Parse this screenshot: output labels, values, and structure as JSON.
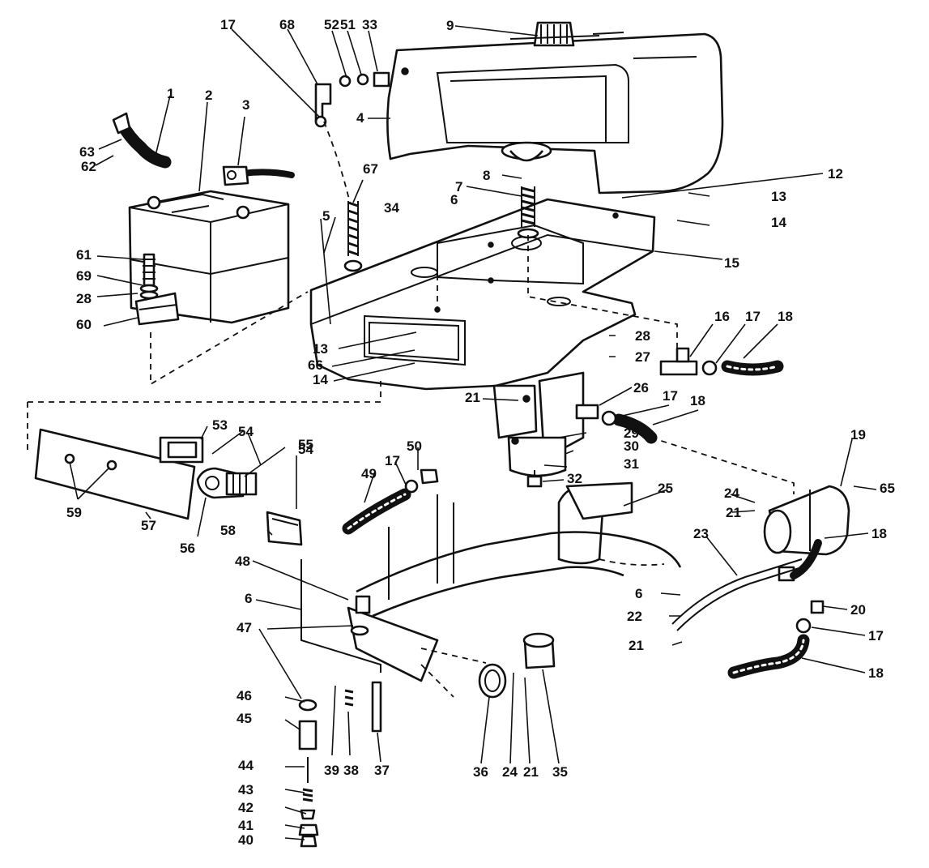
{
  "diagram": {
    "callouts": [
      {
        "id": "c17a",
        "text": "17"
      },
      {
        "id": "c68",
        "text": "68"
      },
      {
        "id": "c52",
        "text": "52"
      },
      {
        "id": "c51",
        "text": "51"
      },
      {
        "id": "c33",
        "text": "33"
      },
      {
        "id": "c9",
        "text": "9"
      },
      {
        "id": "c1",
        "text": "1"
      },
      {
        "id": "c2",
        "text": "2"
      },
      {
        "id": "c3",
        "text": "3"
      },
      {
        "id": "c4",
        "text": "4"
      },
      {
        "id": "c63",
        "text": "63"
      },
      {
        "id": "c62",
        "text": "62"
      },
      {
        "id": "c67",
        "text": "67"
      },
      {
        "id": "c8",
        "text": "8"
      },
      {
        "id": "c12",
        "text": "12"
      },
      {
        "id": "c7",
        "text": "7"
      },
      {
        "id": "c6a",
        "text": "6"
      },
      {
        "id": "c13a",
        "text": "13"
      },
      {
        "id": "c14a",
        "text": "14"
      },
      {
        "id": "c34",
        "text": "34"
      },
      {
        "id": "c5",
        "text": "5"
      },
      {
        "id": "c15",
        "text": "15"
      },
      {
        "id": "c61",
        "text": "61"
      },
      {
        "id": "c69",
        "text": "69"
      },
      {
        "id": "c28a",
        "text": "28"
      },
      {
        "id": "c60",
        "text": "60"
      },
      {
        "id": "c16",
        "text": "16"
      },
      {
        "id": "c17b",
        "text": "17"
      },
      {
        "id": "c18a",
        "text": "18"
      },
      {
        "id": "c28b",
        "text": "28"
      },
      {
        "id": "c13b",
        "text": "13"
      },
      {
        "id": "c27",
        "text": "27"
      },
      {
        "id": "c66",
        "text": "66"
      },
      {
        "id": "c14b",
        "text": "14"
      },
      {
        "id": "c26",
        "text": "26"
      },
      {
        "id": "c21a",
        "text": "21"
      },
      {
        "id": "c17c",
        "text": "17"
      },
      {
        "id": "c18b",
        "text": "18"
      },
      {
        "id": "c29",
        "text": "29"
      },
      {
        "id": "c53",
        "text": "53"
      },
      {
        "id": "c54a",
        "text": "54"
      },
      {
        "id": "c30",
        "text": "30"
      },
      {
        "id": "c19",
        "text": "19"
      },
      {
        "id": "c55",
        "text": "55"
      },
      {
        "id": "c50",
        "text": "50"
      },
      {
        "id": "c54b",
        "text": "54"
      },
      {
        "id": "c17d",
        "text": "17"
      },
      {
        "id": "c31",
        "text": "31"
      },
      {
        "id": "c49",
        "text": "49"
      },
      {
        "id": "c32",
        "text": "32"
      },
      {
        "id": "c25",
        "text": "25"
      },
      {
        "id": "c24a",
        "text": "24"
      },
      {
        "id": "c65",
        "text": "65"
      },
      {
        "id": "c59",
        "text": "59"
      },
      {
        "id": "c21b",
        "text": "21"
      },
      {
        "id": "c57",
        "text": "57"
      },
      {
        "id": "c56",
        "text": "56"
      },
      {
        "id": "c58",
        "text": "58"
      },
      {
        "id": "c18c",
        "text": "18"
      },
      {
        "id": "c23",
        "text": "23"
      },
      {
        "id": "c48",
        "text": "48"
      },
      {
        "id": "c6b",
        "text": "6"
      },
      {
        "id": "c6c",
        "text": "6"
      },
      {
        "id": "c20",
        "text": "20"
      },
      {
        "id": "c22",
        "text": "22"
      },
      {
        "id": "c47",
        "text": "47"
      },
      {
        "id": "c17e",
        "text": "17"
      },
      {
        "id": "c21c",
        "text": "21"
      },
      {
        "id": "c18d",
        "text": "18"
      },
      {
        "id": "c46",
        "text": "46"
      },
      {
        "id": "c45",
        "text": "45"
      },
      {
        "id": "c39",
        "text": "39"
      },
      {
        "id": "c38",
        "text": "38"
      },
      {
        "id": "c37",
        "text": "37"
      },
      {
        "id": "c36",
        "text": "36"
      },
      {
        "id": "c24b",
        "text": "24"
      },
      {
        "id": "c21d",
        "text": "21"
      },
      {
        "id": "c35",
        "text": "35"
      },
      {
        "id": "c44",
        "text": "44"
      },
      {
        "id": "c43",
        "text": "43"
      },
      {
        "id": "c42",
        "text": "42"
      },
      {
        "id": "c41",
        "text": "41"
      },
      {
        "id": "c40",
        "text": "40"
      }
    ]
  }
}
